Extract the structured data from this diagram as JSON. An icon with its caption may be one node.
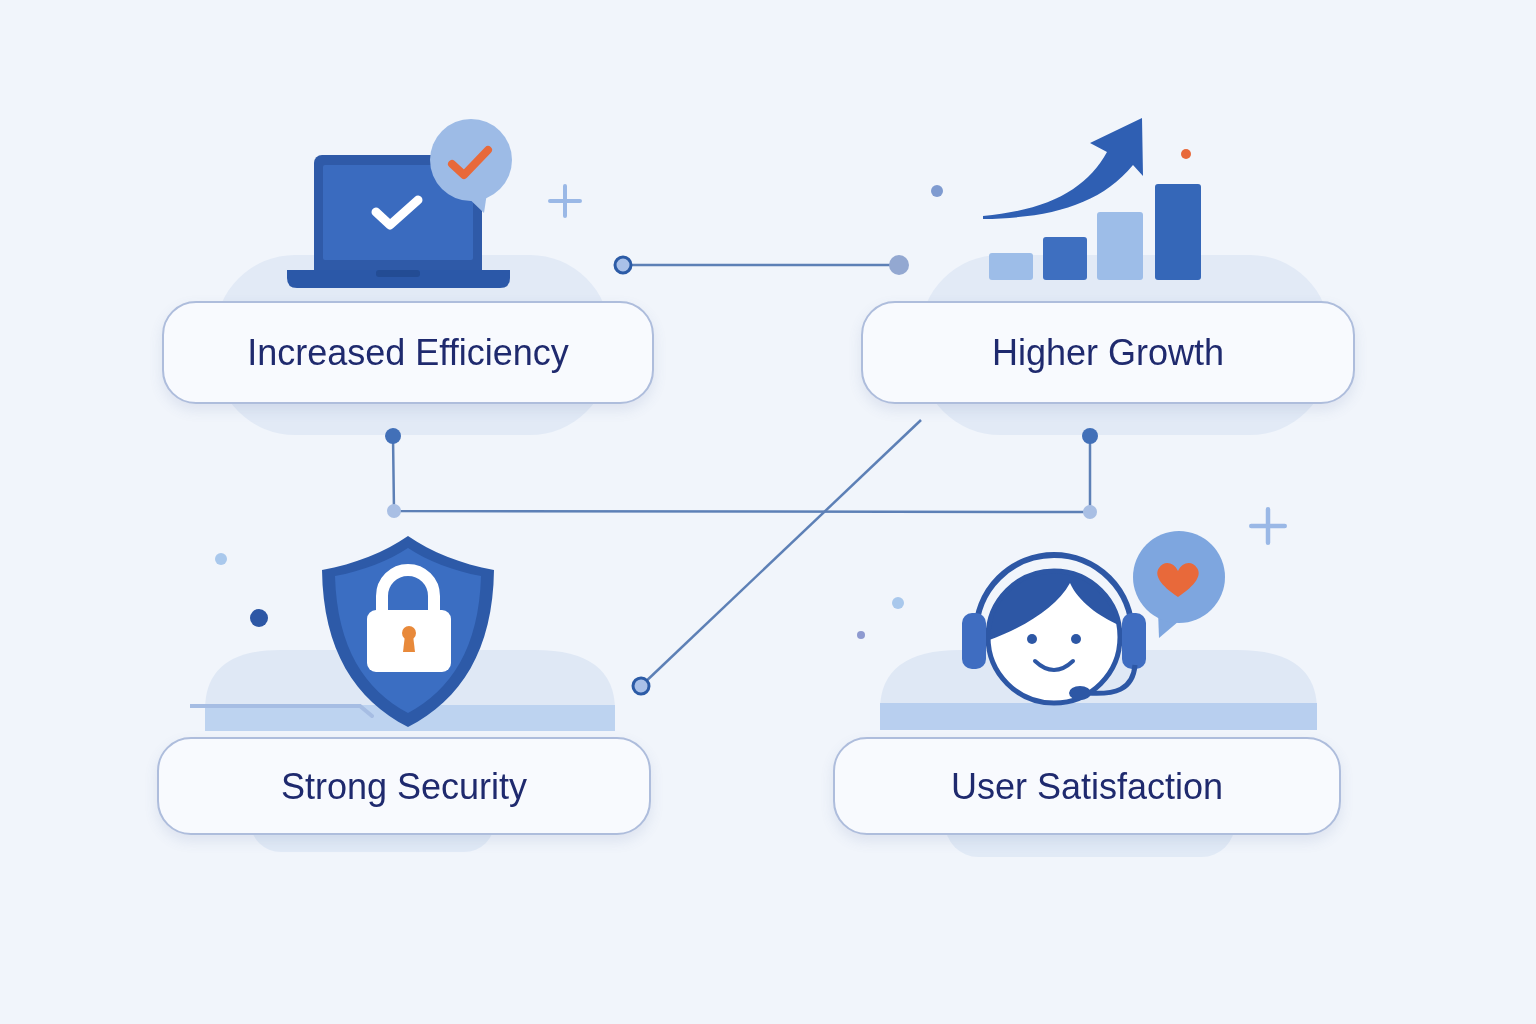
{
  "diagram": {
    "nodes": [
      {
        "text": [
          "Increased Efficiency"
        ]
      },
      {
        "text": [
          "Higher Growth"
        ]
      },
      {
        "text": [
          "Strong Security"
        ]
      },
      {
        "text": [
          "User Satisfaction"
        ]
      }
    ],
    "edges": [
      {
        "from": 0,
        "to": 1,
        "arrow": "other"
      },
      {
        "from": 0,
        "to": 1,
        "arrow": "other"
      },
      {
        "from": 1,
        "to": 2,
        "arrow": "other"
      }
    ]
  }
}
